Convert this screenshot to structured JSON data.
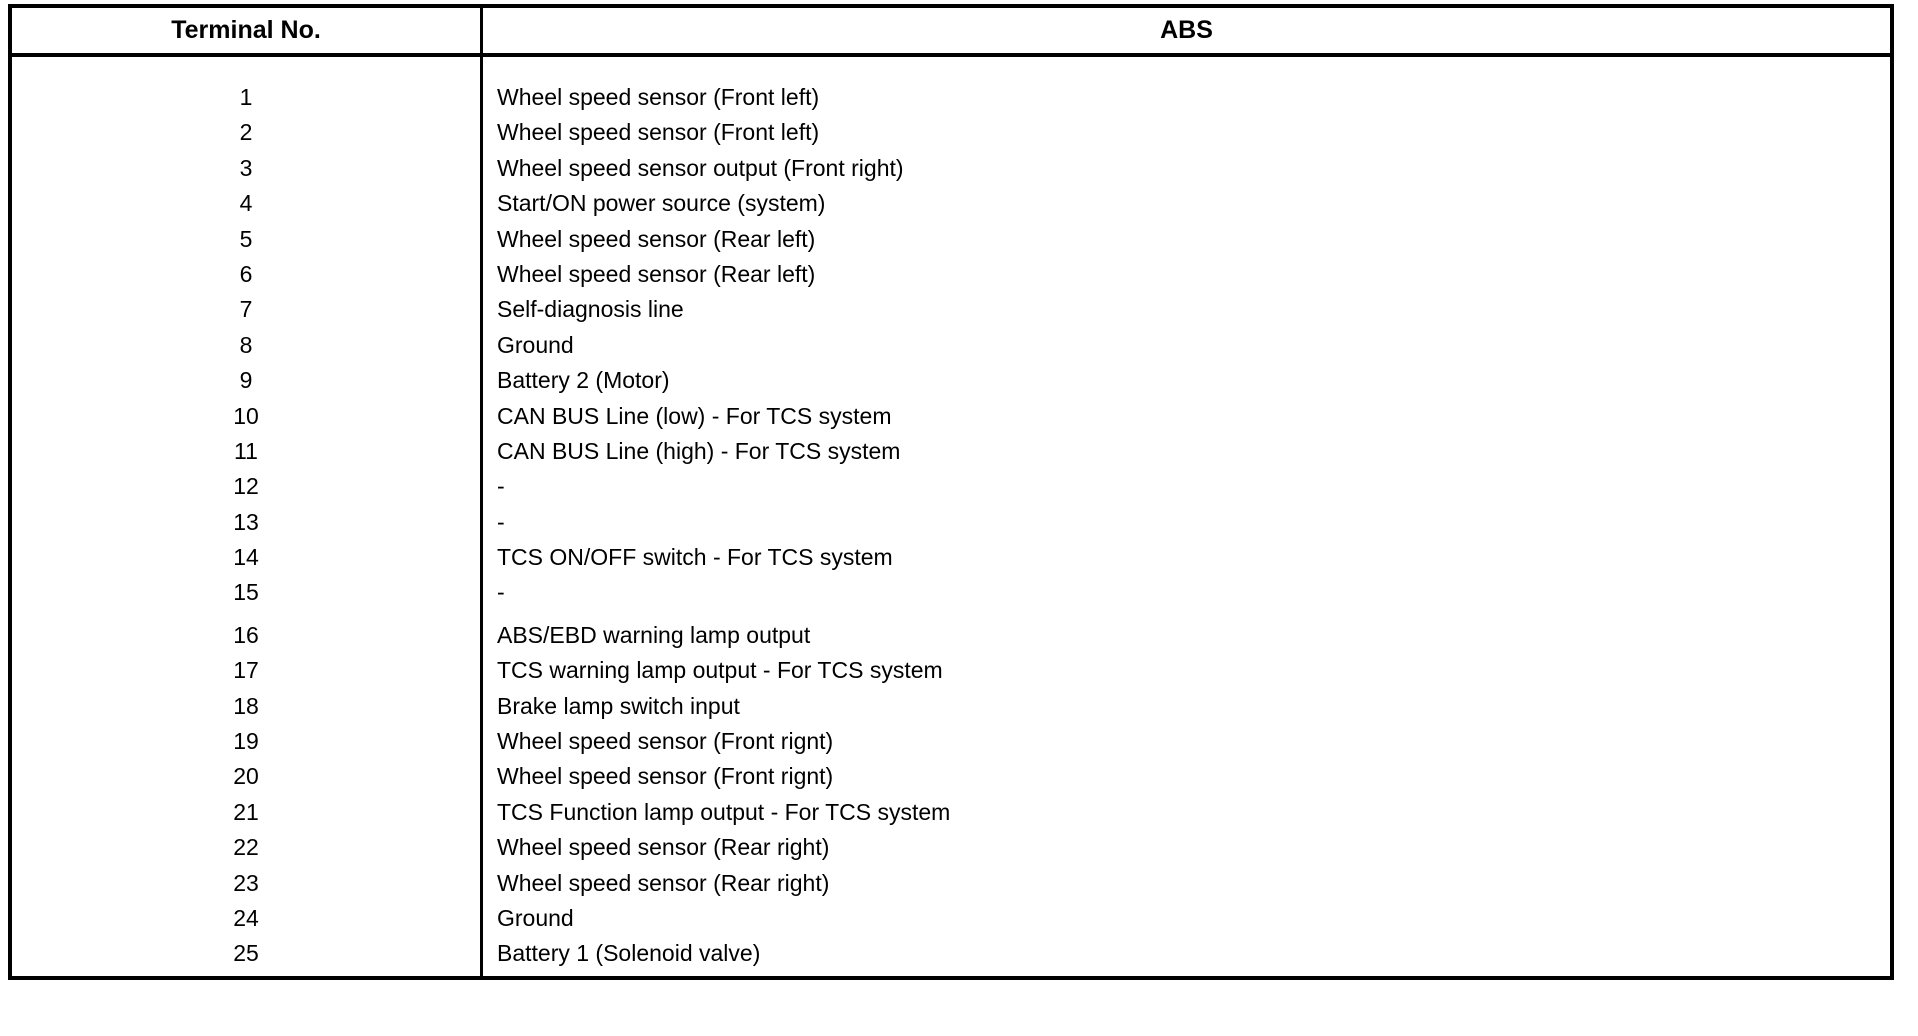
{
  "table": {
    "title_column_header": "Terminal No.",
    "system_column_header": "ABS",
    "rows": [
      {
        "no": "1",
        "desc": "Wheel speed sensor (Front left)"
      },
      {
        "no": "2",
        "desc": "Wheel speed sensor (Front left)"
      },
      {
        "no": "3",
        "desc": "Wheel speed sensor output (Front right)"
      },
      {
        "no": "4",
        "desc": "Start/ON power source (system)"
      },
      {
        "no": "5",
        "desc": "Wheel speed sensor (Rear left)"
      },
      {
        "no": "6",
        "desc": "Wheel speed sensor (Rear left)"
      },
      {
        "no": "7",
        "desc": "Self-diagnosis line"
      },
      {
        "no": "8",
        "desc": "Ground"
      },
      {
        "no": "9",
        "desc": "Battery 2 (Motor)"
      },
      {
        "no": "10",
        "desc": "CAN BUS Line (low) - For TCS system"
      },
      {
        "no": "11",
        "desc": "CAN BUS Line (high) - For TCS system"
      },
      {
        "no": "12",
        "desc": "-"
      },
      {
        "no": "13",
        "desc": "-"
      },
      {
        "no": "14",
        "desc": "TCS ON/OFF switch - For TCS system"
      },
      {
        "no": "15",
        "desc": "-"
      },
      {
        "no": "16",
        "desc": "ABS/EBD warning lamp output",
        "extra_gap_above": true
      },
      {
        "no": "17",
        "desc": "TCS warning lamp output - For TCS system"
      },
      {
        "no": "18",
        "desc": "Brake lamp switch input"
      },
      {
        "no": "19",
        "desc": "Wheel speed sensor (Front rignt)"
      },
      {
        "no": "20",
        "desc": "Wheel speed sensor (Front rignt)"
      },
      {
        "no": "21",
        "desc": "TCS Function lamp output - For TCS system"
      },
      {
        "no": "22",
        "desc": "Wheel speed sensor (Rear right)"
      },
      {
        "no": "23",
        "desc": "Wheel speed sensor (Rear right)"
      },
      {
        "no": "24",
        "desc": "Ground"
      },
      {
        "no": "25",
        "desc": "Battery 1 (Solenoid valve)"
      }
    ]
  },
  "colors": {
    "border": "#000000",
    "text": "#000000",
    "background": "#ffffff"
  }
}
